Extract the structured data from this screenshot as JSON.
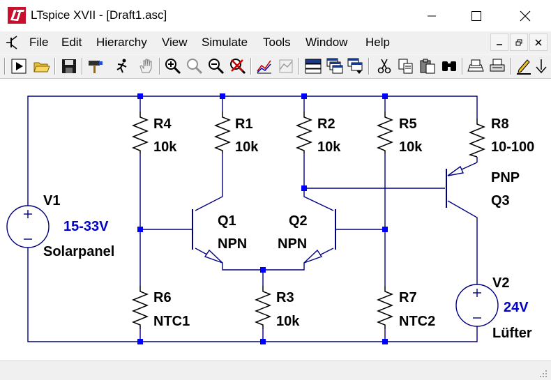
{
  "window": {
    "title": "LTspice XVII - [Draft1.asc]"
  },
  "menu": [
    "File",
    "Edit",
    "Hierarchy",
    "View",
    "Simulate",
    "Tools",
    "Window",
    "Help"
  ],
  "toolbar_icons": [
    "run-icon",
    "open-folder-icon",
    "save-icon",
    "control-panel-hammer-icon",
    "run-simulation-icon",
    "pan-hand-icon",
    "zoom-in-icon",
    "zoom-area-icon",
    "zoom-out-icon",
    "zoom-cancel-icon",
    "autorange-icon",
    "unzoom-icon",
    "tile-horizontally-icon",
    "cascade-icon",
    "tile-vertically-icon",
    "cut-icon",
    "copy-icon",
    "paste-icon",
    "find-icon",
    "print-preview-icon",
    "print-icon",
    "text-edit-icon",
    "move-down-icon"
  ],
  "schematic": {
    "components": [
      {
        "name": "R4",
        "value": "10k"
      },
      {
        "name": "R1",
        "value": "10k"
      },
      {
        "name": "R2",
        "value": "10k"
      },
      {
        "name": "R5",
        "value": "10k"
      },
      {
        "name": "R8",
        "value": "10-100"
      },
      {
        "name": "Q3",
        "value": "PNP"
      },
      {
        "name": "V1",
        "value": "15-33V",
        "comment": "Solarpanel"
      },
      {
        "name": "Q1",
        "value": "NPN"
      },
      {
        "name": "Q2",
        "value": "NPN"
      },
      {
        "name": "R6",
        "value": "NTC1"
      },
      {
        "name": "R3",
        "value": "10k"
      },
      {
        "name": "R7",
        "value": "NTC2"
      },
      {
        "name": "V2",
        "value": "24V",
        "comment": "Lüfter"
      }
    ]
  },
  "colors": {
    "wire": "#000080",
    "junction": "#0000ff",
    "label": "#000000",
    "value_source": "#0000c8",
    "canvas": "#ffffff",
    "chrome": "#f0f0f0"
  }
}
